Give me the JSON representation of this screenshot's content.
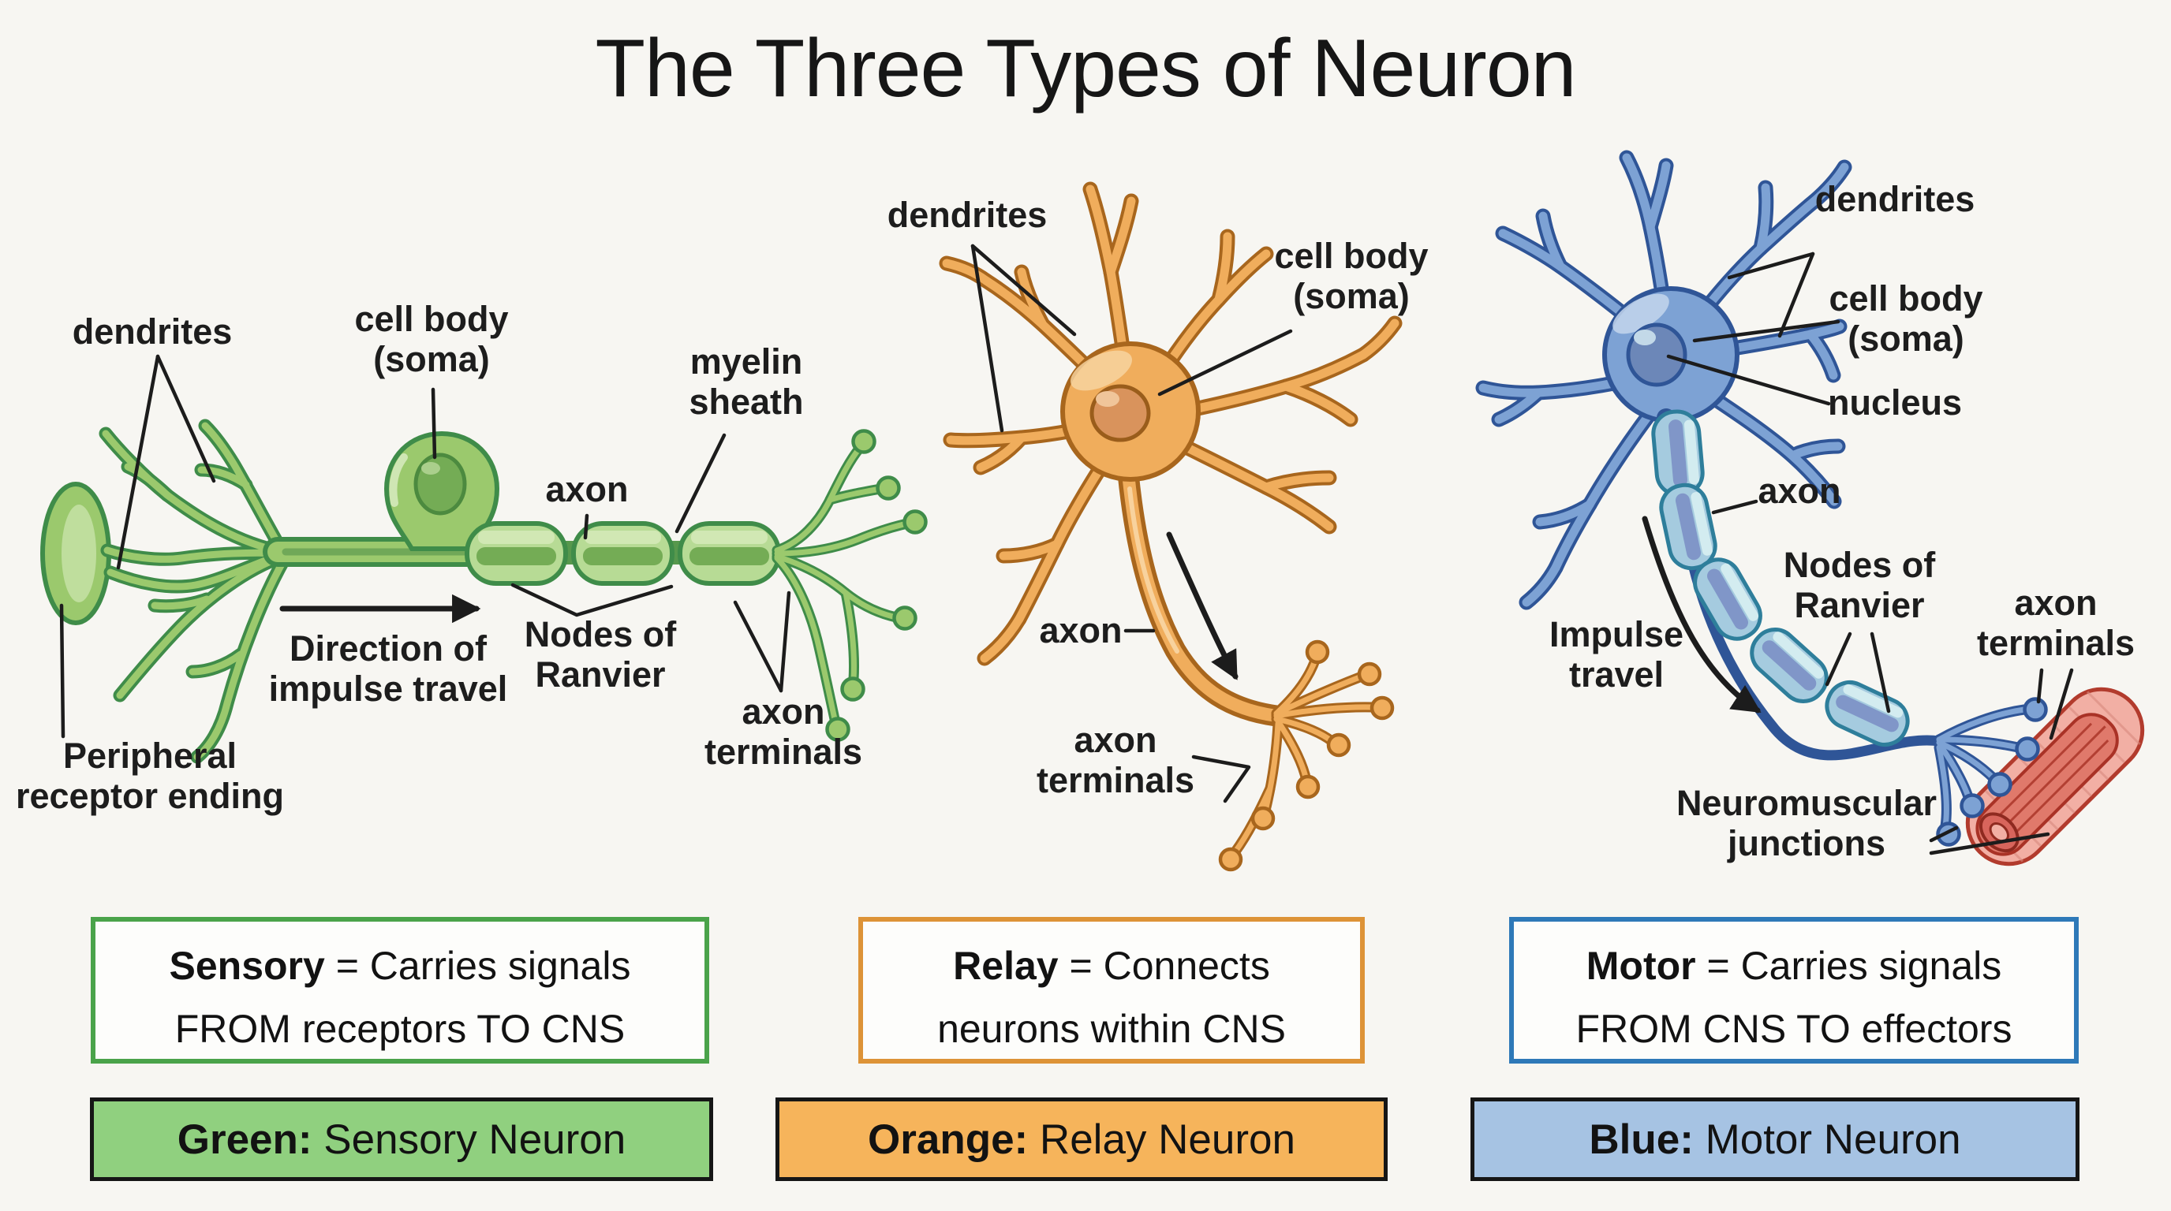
{
  "title": "The Three Types of Neuron",
  "palette": {
    "sensory_green": "#9bc96d",
    "relay_orange": "#f0ad5c",
    "motor_blue": "#7da2d4",
    "myelin_teal": "#a5cbdf",
    "muscle_red": "#e0796b",
    "leader_black": "#1c1c1c"
  },
  "sensory": {
    "labels": {
      "dendrites": "dendrites",
      "cell_body": "cell body\n(soma)",
      "myelin": "myelin\nsheath",
      "axon": "axon",
      "nodes": "Nodes of\nRanvier",
      "terminals": "axon\nterminals",
      "direction": "Direction of\nimpulse travel",
      "receptor": "Peripheral\nreceptor ending"
    }
  },
  "relay": {
    "labels": {
      "dendrites": "dendrites",
      "cell_body": "cell body\n(soma)",
      "axon": "axon",
      "terminals": "axon\nterminals"
    }
  },
  "motor": {
    "labels": {
      "dendrites": "dendrites",
      "cell_body": "cell body\n(soma)",
      "nucleus": "nucleus",
      "axon": "axon",
      "nodes": "Nodes of\nRanvier",
      "terminals": "axon\nterminals",
      "impulse": "Impulse\ntravel",
      "junctions": "Neuromuscular\njunctions"
    }
  },
  "legend": {
    "sensory": {
      "definition_term": "Sensory",
      "definition_rest": " = Carries signals",
      "definition_line2": "FROM receptors TO CNS",
      "key_term": "Green:",
      "key_rest": " Sensory Neuron",
      "accent": "#4aa34a",
      "fill": "#90d07f"
    },
    "relay": {
      "definition_term": "Relay",
      "definition_rest": " = Connects",
      "definition_line2": "neurons within CNS",
      "key_term": "Orange:",
      "key_rest": " Relay Neuron",
      "accent": "#dd9337",
      "fill": "#f6b45b"
    },
    "motor": {
      "definition_term": "Motor",
      "definition_rest": " = Carries signals",
      "definition_line2": "FROM CNS TO effectors",
      "key_term": "Blue:",
      "key_rest": " Motor Neuron",
      "accent": "#2e79b8",
      "fill": "#a6c3e3"
    }
  }
}
